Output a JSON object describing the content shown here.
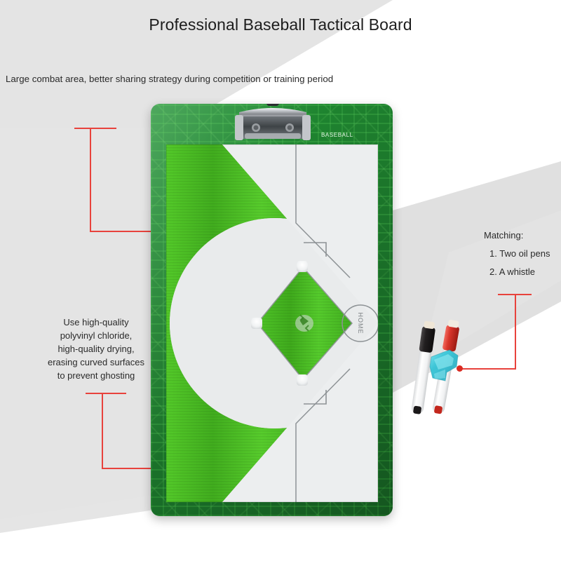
{
  "page": {
    "title": "Professional Baseball Tactical Board",
    "subtitle": "Large combat area, better sharing strategy during competition or training period",
    "background_color": "#ffffff",
    "band_color": "#e3e3e3"
  },
  "callouts": {
    "left_top": {
      "text": "Large combat area, better sharing strategy during competition or training period"
    },
    "left_bottom": {
      "line1": "Use high-quality",
      "line2": "polyvinyl chloride,",
      "line3": "high-quality drying,",
      "line4": "erasing curved surfaces",
      "line5": "to prevent ghosting"
    },
    "right": {
      "title": "Matching:",
      "item1": "1. Two oil pens",
      "item2": "2. A whistle"
    },
    "leader_color": "#e8423c",
    "dot_color": "#d92b22"
  },
  "board": {
    "brand_label": "BASEBALL",
    "frame_color": "#1c7a2c",
    "surface_color": "#eef0f1",
    "grass_color": "#4dc025",
    "infield_label": "HOME",
    "clip_color": "#b9bcc0"
  },
  "accessories": {
    "pen_1_color": "#221f20",
    "pen_1_name": "black oil pen",
    "pen_2_color": "#d8352b",
    "pen_2_name": "red oil pen",
    "whistle_color": "#2fc3d6",
    "whistle_name": "whistle"
  }
}
